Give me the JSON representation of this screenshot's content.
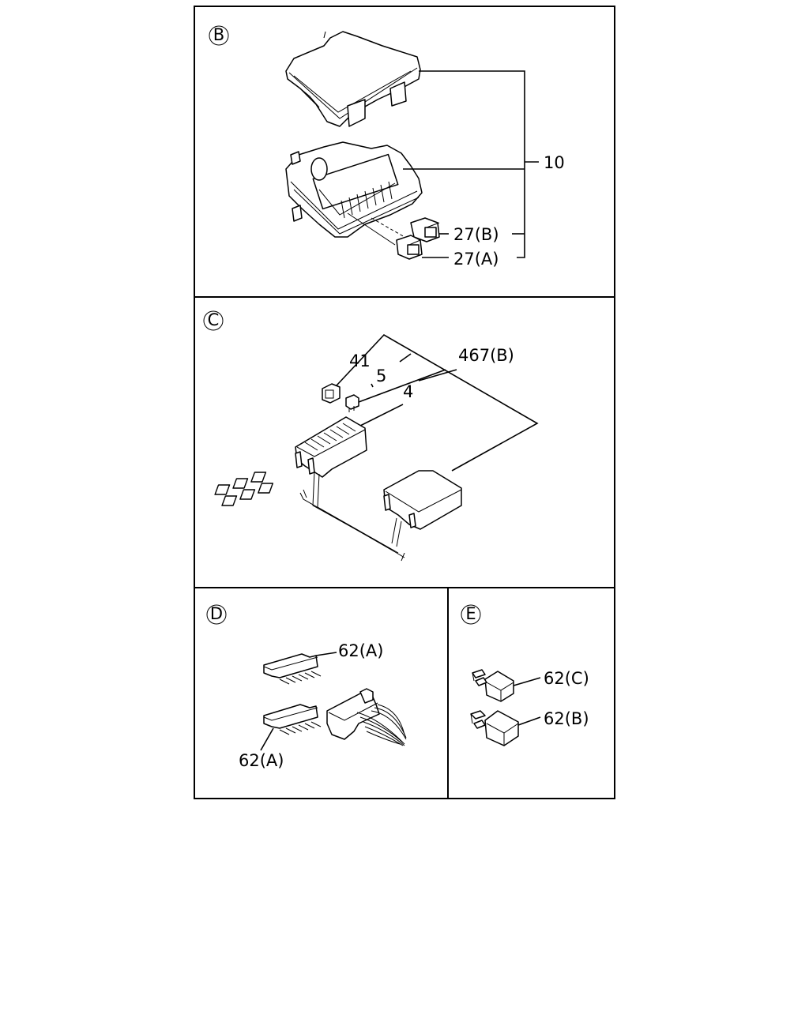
{
  "sections": {
    "b": {
      "marker": "B",
      "labels": {
        "p10": "10",
        "p27b": "27(B)",
        "p27a": "27(A)"
      }
    },
    "c": {
      "marker": "C",
      "labels": {
        "p41": "41",
        "p5": "5",
        "p4": "4",
        "p467b": "467(B)"
      }
    },
    "d": {
      "marker": "D",
      "labels": {
        "p62a_top": "62(A)",
        "p62a_bottom": "62(A)"
      }
    },
    "e": {
      "marker": "E",
      "labels": {
        "p62c": "62(C)",
        "p62b": "62(B)"
      }
    }
  }
}
